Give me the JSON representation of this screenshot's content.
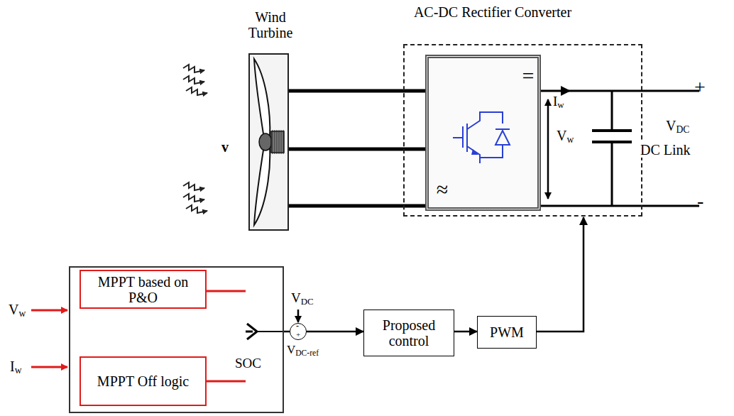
{
  "diagram": {
    "nodes": [
      {
        "text": [
          "Wind Turbine"
        ]
      },
      {
        "text": [
          "AC-DC Rectifier Converter"
        ]
      },
      {
        "text": [
          "=",
          "≈"
        ],
        "in": 1
      },
      {
        "text": [
          "SOC"
        ]
      },
      {
        "text": [
          "MPPT based on P&O"
        ],
        "in": 3
      },
      {
        "text": [
          "MPPT Off logic"
        ],
        "in": 3
      },
      {
        "text": [
          "-",
          "+"
        ]
      },
      {
        "text": [
          "Proposed control"
        ]
      },
      {
        "text": [
          "PWM"
        ]
      }
    ],
    "edges": [
      {
        "from": 0,
        "to": 2,
        "arrow": "none"
      },
      {
        "from": 0,
        "to": 2,
        "arrow": "none"
      },
      {
        "from": 0,
        "to": 2,
        "arrow": "none"
      },
      {
        "from": 3,
        "to": 6,
        "arrow": "none"
      },
      {
        "from": 6,
        "to": 7,
        "arrow": "to"
      },
      {
        "from": 7,
        "to": 8,
        "arrow": "to"
      },
      {
        "from": 8,
        "to": 1,
        "arrow": "to"
      }
    ],
    "labels": [
      "v",
      "Iw",
      "Vw",
      "VDC",
      "DC Link",
      "+",
      "-",
      "Vw",
      "Iw",
      "VDC",
      "VDC-ref"
    ]
  }
}
